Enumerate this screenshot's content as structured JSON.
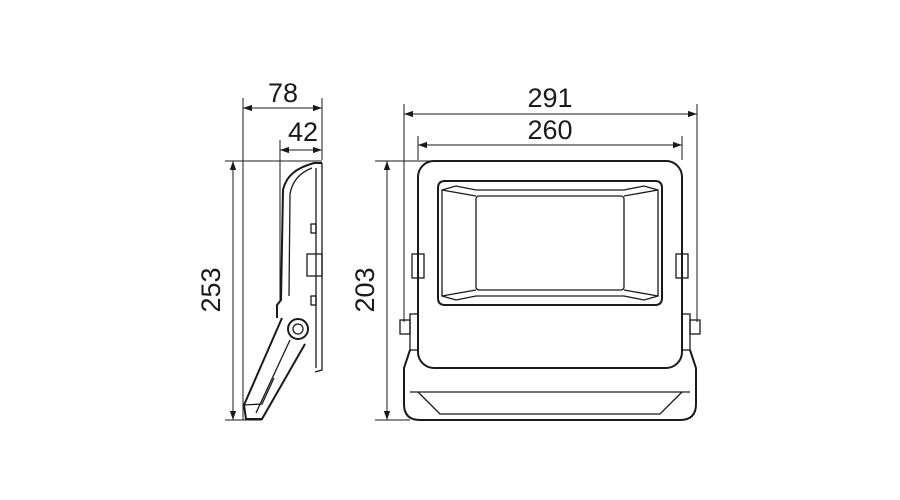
{
  "dimensions": {
    "side_depth_total": "78",
    "side_depth_body": "42",
    "side_height_total": "253",
    "front_width_total": "291",
    "front_width_body": "260",
    "front_height": "203"
  }
}
